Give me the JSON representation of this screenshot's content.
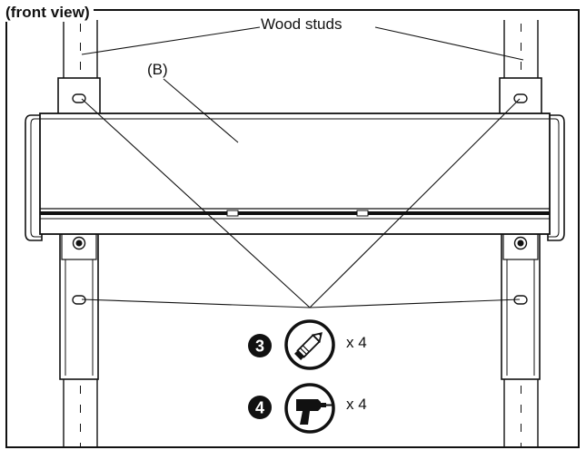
{
  "title": "(front view)",
  "callouts": {
    "wood_studs": "Wood studs",
    "part_b": "(B)"
  },
  "steps": [
    {
      "number": "3",
      "tool": "pencil-icon",
      "quantity": "x 4"
    },
    {
      "number": "4",
      "tool": "drill-icon",
      "quantity": "x 4"
    }
  ],
  "colors": {
    "line": "#111111",
    "step_badge": "#111111",
    "background": "#ffffff"
  }
}
